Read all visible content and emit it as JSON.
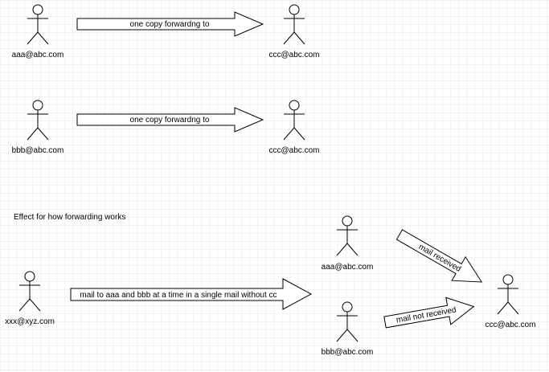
{
  "section_title": "Effect for how forwarding works",
  "actors": {
    "aaa_top": "aaa@abc.com",
    "ccc_top": "ccc@abc.com",
    "bbb_mid": "bbb@abc.com",
    "ccc_mid": "ccc@abc.com",
    "xxx": "xxx@xyz.com",
    "aaa_bottom": "aaa@abc.com",
    "bbb_bottom": "bbb@abc.com",
    "ccc_bottom": "ccc@abc.com"
  },
  "arrows": {
    "forward_1": "one copy forwardng to",
    "forward_2": "one copy forwardng to",
    "send": "mail to aaa and bbb at a time in a single mail without cc",
    "received": "mail received",
    "not_received": "mail not received"
  }
}
